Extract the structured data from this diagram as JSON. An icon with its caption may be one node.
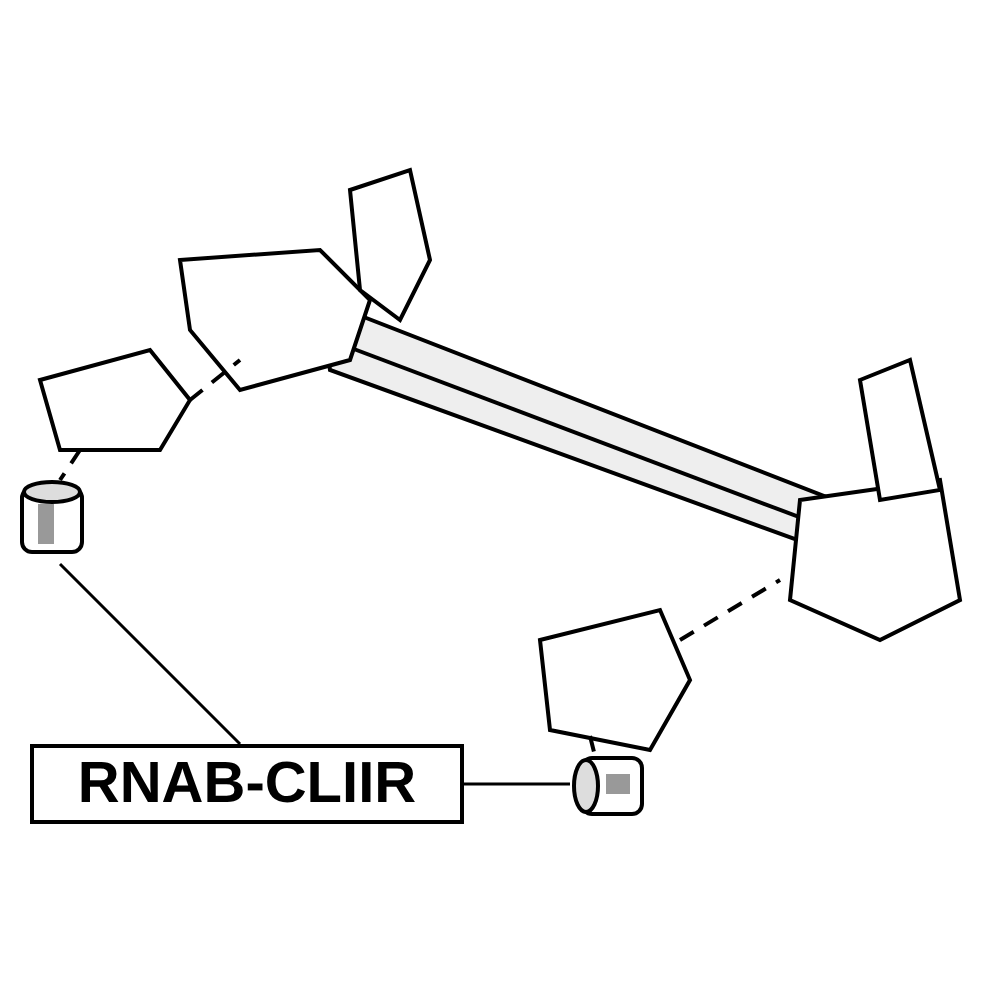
{
  "diagram": {
    "nodes": [
      {
        "text": [
          "RNAB-CLIIR"
        ]
      },
      {
        "text": [],
        "shape": "picture"
      },
      {
        "text": [],
        "shape": "picture"
      }
    ],
    "edges": [
      {
        "from": 0,
        "to": 1,
        "arrow": "none"
      },
      {
        "from": 0,
        "to": 2,
        "arrow": "none"
      }
    ]
  }
}
